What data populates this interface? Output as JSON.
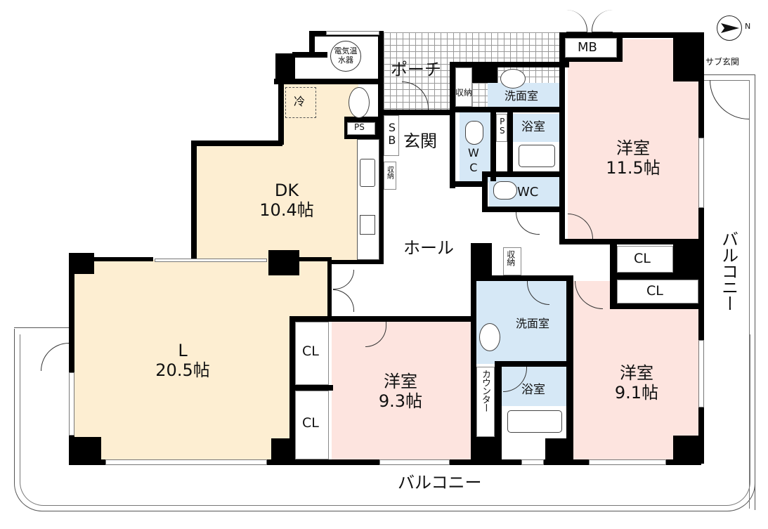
{
  "compass": {
    "label": "N",
    "icon": "north-arrow-icon"
  },
  "colors": {
    "living_dining": "#fdeed2",
    "western_room": "#fde4df",
    "wet_area": "#d6e8f6",
    "wall": "#000000",
    "hall": "#ffffff"
  },
  "rooms": {
    "dk": {
      "name": "DK",
      "size": "10.4帖"
    },
    "living": {
      "name": "L",
      "size": "20.5帖"
    },
    "western1": {
      "name": "洋室",
      "size": "11.5帖"
    },
    "western2": {
      "name": "洋室",
      "size": "9.3帖"
    },
    "western3": {
      "name": "洋室",
      "size": "9.1帖"
    },
    "hall": {
      "name": "ホール"
    },
    "entrance": {
      "name": "玄関"
    },
    "porch": {
      "name": "ポーチ"
    },
    "sub_entrance": {
      "name": "サブ玄関"
    },
    "balcony_bottom": {
      "name": "バルコニー"
    },
    "balcony_right": {
      "name": "バルコニー"
    },
    "washroom1": {
      "name": "洗面室"
    },
    "washroom2": {
      "name": "洗面室"
    },
    "bath1": {
      "name": "浴室"
    },
    "bath2": {
      "name": "浴室"
    },
    "wc1": {
      "name": "WC"
    },
    "wc2": {
      "name": "WC"
    },
    "counter": {
      "name": "カウンター"
    }
  },
  "fixtures": {
    "water_heater": "電気温水器",
    "fridge": "冷",
    "mb": "MB",
    "ps1": "PS",
    "ps2": "PS",
    "sb": "SB",
    "storage1": "収納",
    "storage2": "収納",
    "storage3": "収納",
    "cl_living1": "CL",
    "cl_living2": "CL",
    "cl_right1": "CL",
    "cl_right2": "CL"
  }
}
